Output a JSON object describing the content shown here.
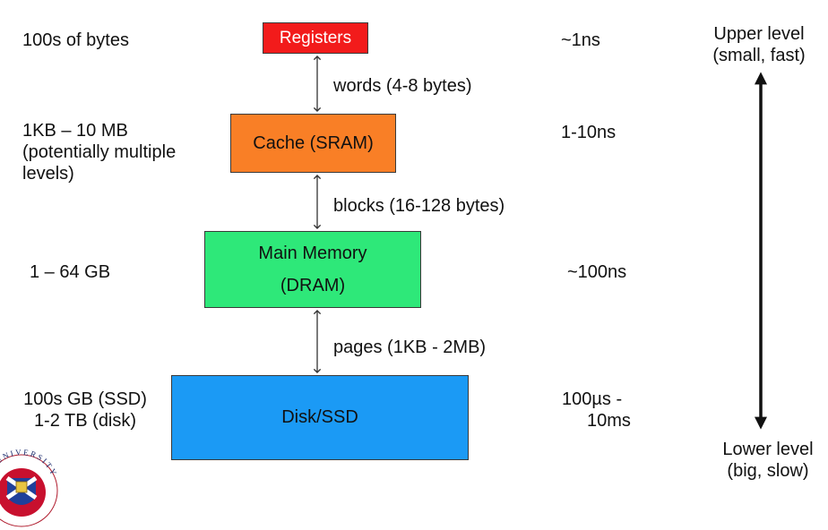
{
  "hierarchy": [
    {
      "level": "registers",
      "label": "Registers",
      "size": "100s of bytes",
      "latency": "~1ns",
      "color": "#f21b1b"
    },
    {
      "level": "cache",
      "label": "Cache (SRAM)",
      "size_lines": [
        "1KB – 10 MB",
        "(potentially multiple",
        "levels)"
      ],
      "latency": "1-10ns",
      "color": "#f97f26"
    },
    {
      "level": "main-memory",
      "label_lines": [
        "Main Memory",
        "(DRAM)"
      ],
      "size": "1 – 64 GB",
      "latency": "~100ns",
      "color": "#2ee879"
    },
    {
      "level": "disk",
      "label": "Disk/SSD",
      "size_lines": [
        "100s GB (SSD)",
        "1-2 TB (disk)"
      ],
      "latency_lines": [
        "100µs -",
        "10ms"
      ],
      "color": "#1b9af5"
    }
  ],
  "transfers": [
    {
      "between": "registers-cache",
      "label": "words (4-8 bytes)"
    },
    {
      "between": "cache-main",
      "label": "blocks (16-128 bytes)"
    },
    {
      "between": "main-disk",
      "label": "pages (1KB - 2MB)"
    }
  ],
  "scale": {
    "top_lines": [
      "Upper level",
      "(small, fast)"
    ],
    "bottom_lines": [
      "Lower level",
      "(big, slow)"
    ]
  },
  "logo": {
    "text": "THE UNIVERSITY"
  }
}
